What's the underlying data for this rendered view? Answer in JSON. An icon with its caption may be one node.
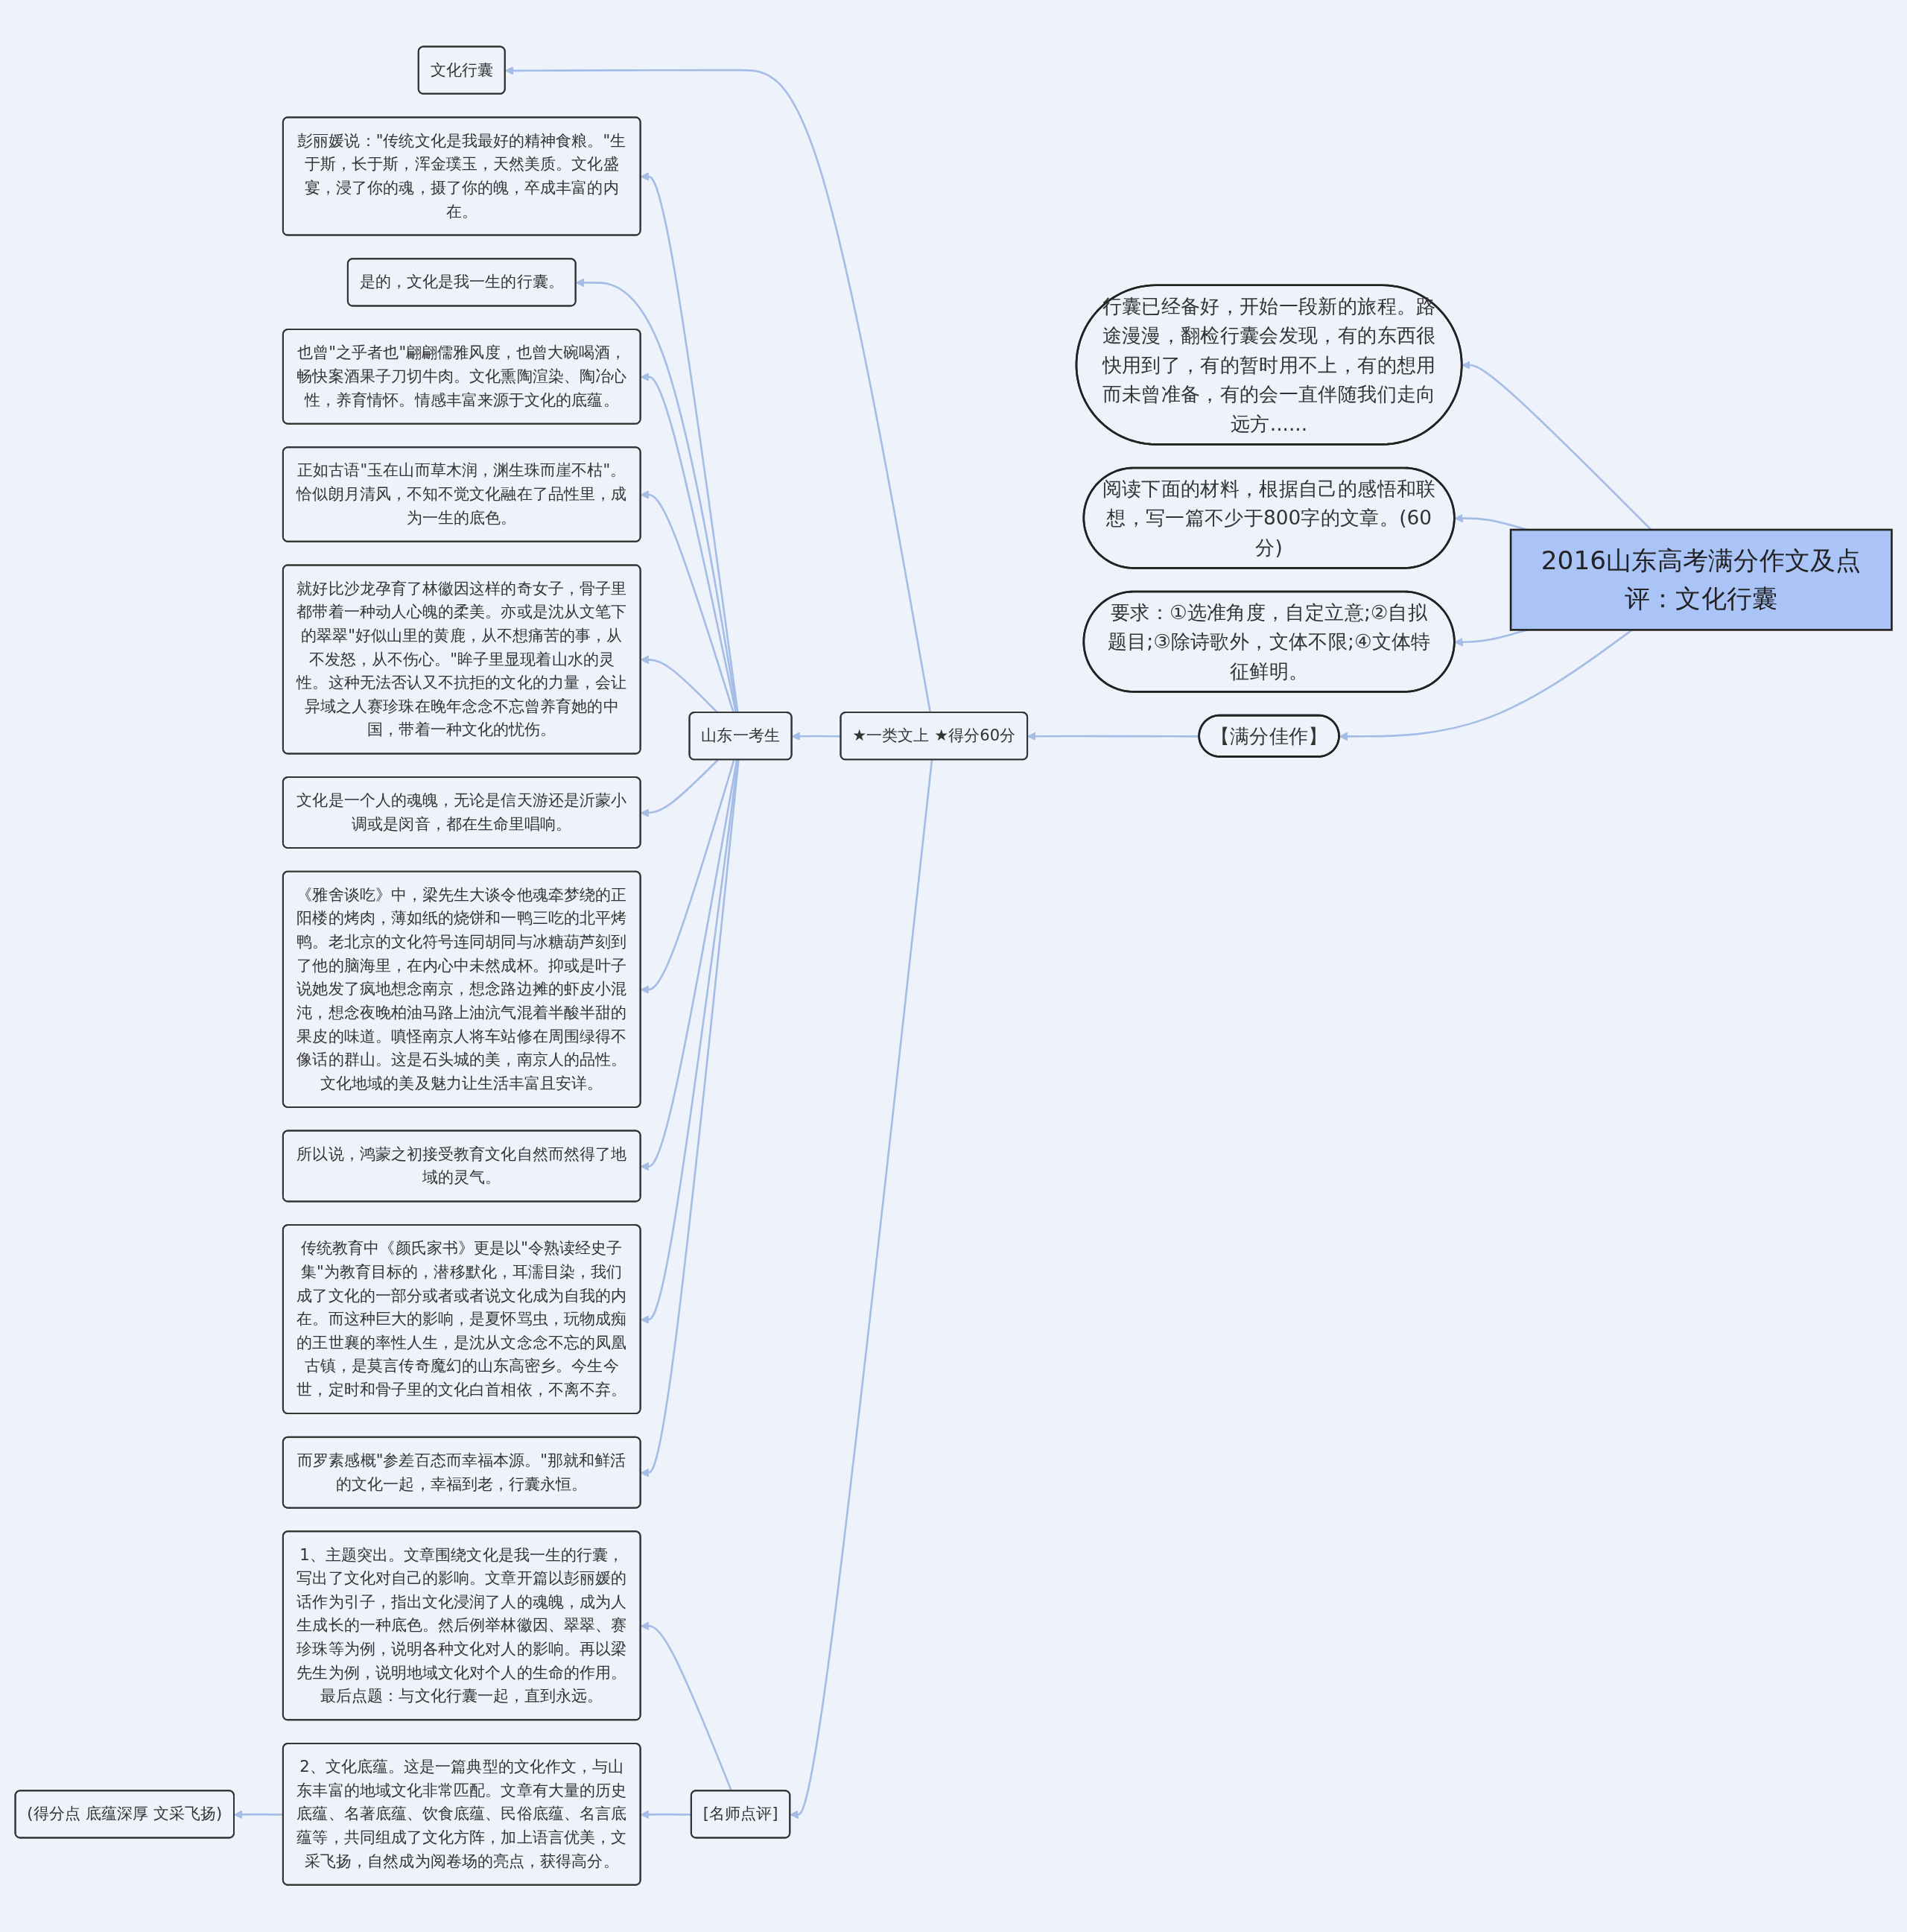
{
  "diagram": {
    "nodes": [
      {
        "text": [
          "2016山东高考满分作文及点评：文化行囊"
        ]
      },
      {
        "text": [
          "行囊已经备好，开始一段新的旅程。路途漫漫，翻检行囊会发现，有的东西很快用到了，有的暂时用不上，有的想用而未曾准备，有的会一直伴随我们走向远方......"
        ]
      },
      {
        "text": [
          "阅读下面的材料，根据自己的感悟和联想，写一篇不少于800字的文章。(60分)"
        ]
      },
      {
        "text": [
          "要求：①选准角度，自定立意;②自拟题目;③除诗歌外，文体不限;④文体特征鲜明。"
        ]
      },
      {
        "text": [
          "【满分佳作】"
        ]
      },
      {
        "text": [
          "★一类文上 ★得分60分"
        ]
      },
      {
        "text": [
          "文化行囊"
        ]
      },
      {
        "text": [
          "山东一考生"
        ]
      },
      {
        "text": [
          "彭丽媛说：\"传统文化是我最好的精神食粮。\"生于斯，长于斯，浑金璞玉，天然美质。文化盛宴，浸了你的魂，摄了你的魄，卒成丰富的内在。"
        ]
      },
      {
        "text": [
          "是的，文化是我一生的行囊。"
        ]
      },
      {
        "text": [
          "也曾\"之乎者也\"翩翩儒雅风度，也曾大碗喝酒，畅快案酒果子刀切牛肉。文化熏陶渲染、陶冶心性，养育情怀。情感丰富来源于文化的底蕴。"
        ]
      },
      {
        "text": [
          "正如古语\"玉在山而草木润，渊生珠而崖不枯\"。恰似朗月清风，不知不觉文化融在了品性里，成为一生的底色。"
        ]
      },
      {
        "text": [
          "就好比沙龙孕育了林徽因这样的奇女子，骨子里都带着一种动人心魄的柔美。亦或是沈从文笔下的翠翠\"好似山里的黄鹿，从不想痛苦的事，从不发怒，从不伤心。\"眸子里显现着山水的灵性。这种无法否认又不抗拒的文化的力量，会让异域之人赛珍珠在晚年念念不忘曾养育她的中国，带着一种文化的忧伤。"
        ]
      },
      {
        "text": [
          "文化是一个人的魂魄，无论是信天游还是沂蒙小调或是闵音，都在生命里唱响。"
        ]
      },
      {
        "text": [
          "《雅舍谈吃》中，梁先生大谈令他魂牵梦绕的正阳楼的烤肉，薄如纸的烧饼和一鸭三吃的北平烤鸭。老北京的文化符号连同胡同与冰糖葫芦刻到了他的脑海里，在内心中未然成杯。抑或是叶子说她发了疯地想念南京，想念路边摊的虾皮小混沌，想念夜晚柏油马路上油沆气混着半酸半甜的果皮的味道。嗔怪南京人将车站修在周围绿得不像话的群山。这是石头城的美，南京人的品性。文化地域的美及魅力让生活丰富且安详。"
        ]
      },
      {
        "text": [
          "所以说，鸿蒙之初接受教育文化自然而然得了地域的灵气。"
        ]
      },
      {
        "text": [
          "传统教育中《颜氏家书》更是以\"令熟读经史子集\"为教育目标的，潜移默化，耳濡目染，我们成了文化的一部分或者或者说文化成为自我的内在。而这种巨大的影响，是夏怀骂虫，玩物成痴的王世襄的率性人生，是沈从文念念不忘的凤凰古镇，是莫言传奇魔幻的山东高密乡。今生今世，定时和骨子里的文化白首相依，不离不弃。"
        ]
      },
      {
        "text": [
          "而罗素感概\"参差百态而幸福本源。\"那就和鲜活的文化一起，幸福到老，行囊永恒。"
        ]
      },
      {
        "text": [
          "[名师点评]"
        ]
      },
      {
        "text": [
          "1、主题突出。文章围绕文化是我一生的行囊，写出了文化对自己的影响。文章开篇以彭丽媛的话作为引子，指出文化浸润了人的魂魄，成为人生成长的一种底色。然后例举林徽因、翠翠、赛珍珠等为例，说明各种文化对人的影响。再以梁先生为例，说明地域文化对个人的生命的作用。最后点题：与文化行囊一起，直到永远。"
        ]
      },
      {
        "text": [
          "2、文化底蕴。这是一篇典型的文化作文，与山东丰富的地域文化非常匹配。文章有大量的历史底蕴、名著底蕴、饮食底蕴、民俗底蕴、名言底蕴等，共同组成了文化方阵，加上语言优美，文采飞扬，自然成为阅卷场的亮点，获得高分。"
        ]
      },
      {
        "text": [
          "(得分点 底蕴深厚 文采飞扬)"
        ]
      }
    ],
    "edges": [
      {
        "from": 0,
        "to": 1,
        "arrow": "to"
      },
      {
        "from": 0,
        "to": 2,
        "arrow": "to"
      },
      {
        "from": 0,
        "to": 3,
        "arrow": "to"
      },
      {
        "from": 0,
        "to": 4,
        "arrow": "to"
      },
      {
        "from": 4,
        "to": 5,
        "arrow": "to"
      },
      {
        "from": 5,
        "to": 6,
        "arrow": "to"
      },
      {
        "from": 5,
        "to": 7,
        "arrow": "to"
      },
      {
        "from": 7,
        "to": 8,
        "arrow": "to"
      },
      {
        "from": 7,
        "to": 9,
        "arrow": "to"
      },
      {
        "from": 7,
        "to": 10,
        "arrow": "to"
      },
      {
        "from": 7,
        "to": 11,
        "arrow": "to"
      },
      {
        "from": 7,
        "to": 12,
        "arrow": "to"
      },
      {
        "from": 7,
        "to": 13,
        "arrow": "to"
      },
      {
        "from": 7,
        "to": 14,
        "arrow": "to"
      },
      {
        "from": 7,
        "to": 15,
        "arrow": "to"
      },
      {
        "from": 7,
        "to": 16,
        "arrow": "to"
      },
      {
        "from": 7,
        "to": 17,
        "arrow": "to"
      },
      {
        "from": 5,
        "to": 18,
        "arrow": "to"
      },
      {
        "from": 18,
        "to": 19,
        "arrow": "to"
      },
      {
        "from": 18,
        "to": 20,
        "arrow": "to"
      },
      {
        "from": 20,
        "to": 21,
        "arrow": "to"
      }
    ]
  }
}
